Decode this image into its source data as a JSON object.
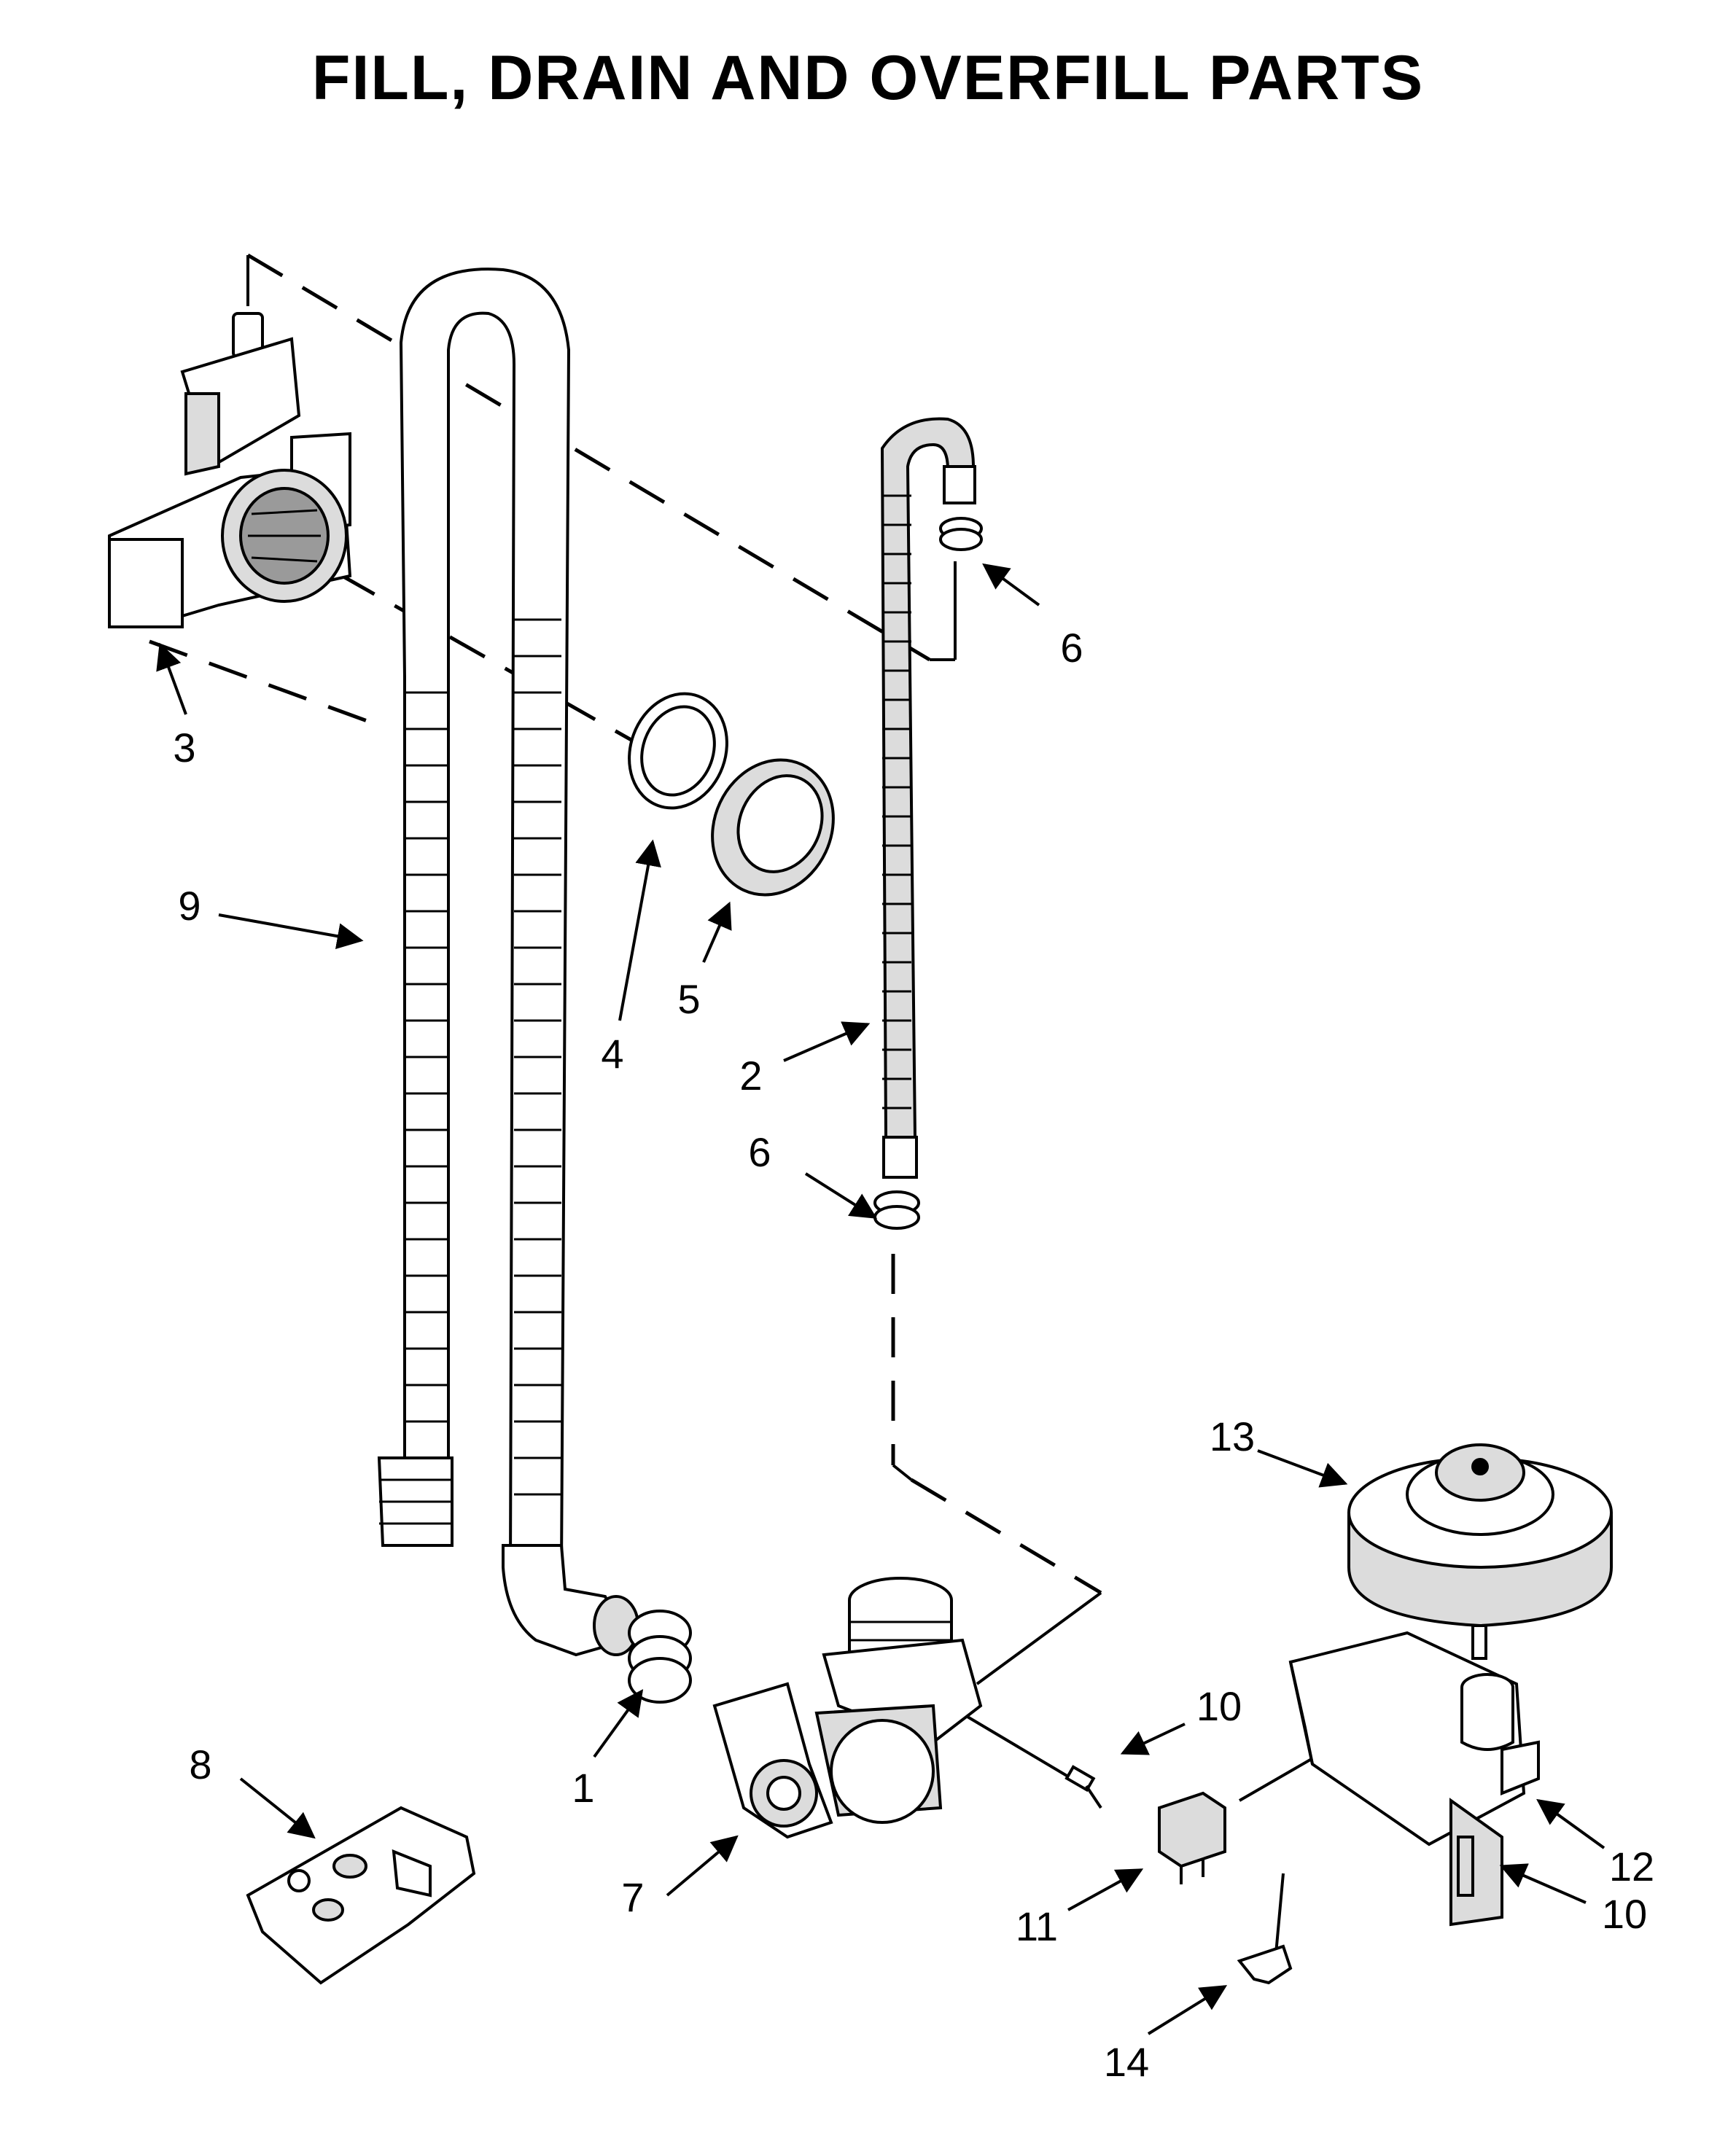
{
  "title": "FILL, DRAIN AND OVERFILL PARTS",
  "callouts": [
    {
      "id": "c3",
      "label": "3"
    },
    {
      "id": "c9",
      "label": "9"
    },
    {
      "id": "c4",
      "label": "4"
    },
    {
      "id": "c5",
      "label": "5"
    },
    {
      "id": "c6a",
      "label": "6"
    },
    {
      "id": "c2",
      "label": "2"
    },
    {
      "id": "c6b",
      "label": "6"
    },
    {
      "id": "c13",
      "label": "13"
    },
    {
      "id": "c10a",
      "label": "10"
    },
    {
      "id": "c8",
      "label": "8"
    },
    {
      "id": "c1",
      "label": "1"
    },
    {
      "id": "c7",
      "label": "7"
    },
    {
      "id": "c12",
      "label": "12"
    },
    {
      "id": "c10b",
      "label": "10"
    },
    {
      "id": "c11",
      "label": "11"
    },
    {
      "id": "c14",
      "label": "14"
    }
  ]
}
